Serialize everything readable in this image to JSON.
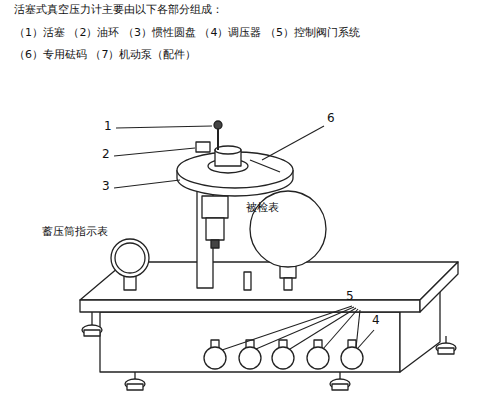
{
  "diagram": {
    "nodes": [
      {
        "text": [
          "被检表"
        ]
      }
    ],
    "labels": [
      "活塞式真空压力计主要由以下各部分组成：",
      "（1）活塞  （2）油环  （3）惯性圆盘  （4）调压器  （5）控制阀门系统",
      "（6）专用砝码  （7）机动泵（配件）",
      "1",
      "2",
      "3",
      "6",
      "蓄压筒指示表",
      "5",
      "4"
    ]
  }
}
